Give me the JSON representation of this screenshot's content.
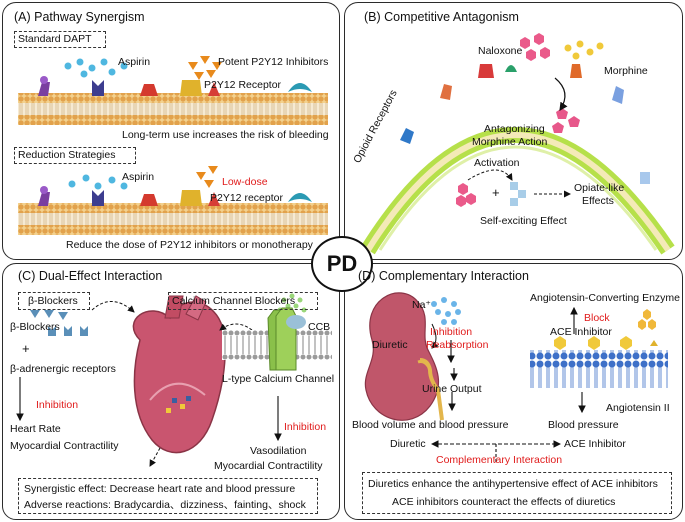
{
  "center_label": "PD",
  "panel_a": {
    "title": "(A)  Pathway Synergism",
    "standard_box": "Standard DAPT",
    "aspirin_1": "Aspirin",
    "potent_inhibitors": "Potent P2Y12 Inhibitors",
    "receptor_1": "P2Y12 Receptor",
    "note_1": "Long-term use increases the risk of bleeding",
    "reduction_box": "Reduction Strategies",
    "aspirin_2": "Aspirin",
    "low_dose": "Low-dose",
    "receptor_2": "P2Y12 receptor",
    "note_2": "Reduce the dose of P2Y12 inhibitors or monotherapy"
  },
  "panel_b": {
    "title": "(B)  Competitive Antagonism",
    "naloxone": "Naloxone",
    "morphine": "Morphine",
    "opioid_receptors": "Opioid  Receptors",
    "antagonizing_1": "Antagonizing",
    "antagonizing_2": "Morphine Action",
    "activation": "Activation",
    "plus": "+",
    "opiate_1": "Opiate-like",
    "opiate_2": "Effects",
    "self_exciting": "Self-exciting Effect"
  },
  "panel_c": {
    "title": "(C)  Dual-Effect Interaction",
    "beta_box": "β-Blockers",
    "ccb_box": "Calcium Channel Blockers",
    "beta_label": "β-Blockers",
    "plus": "+",
    "ccb": "CCB",
    "beta_receptors": "β-adrenergic receptors",
    "inhibition_1": "Inhibition",
    "heart_rate": "Heart Rate",
    "myo_1": "Myocardial Contractility",
    "ltype": "L-type Calcium Channel",
    "inhibition_2": "Inhibition",
    "vasodilation": "Vasodilation",
    "myo_2": "Myocardial Contractility",
    "synergistic": "Synergistic effect:  Decrease heart rate and blood pressure",
    "adverse": "Adverse reactions:  Bradycardia、dizziness、fainting、shock"
  },
  "panel_d": {
    "title": "(D)  Complementary Interaction",
    "ace_enzyme": "Angiotensin-Converting Enzyme",
    "na": "Na⁺",
    "block": "Block",
    "ace_inhibitor_1": "ACE Inhibitor",
    "diuretic_1": "Diuretic",
    "inhibition": "Inhibition",
    "reabsorption": "Reabsorption",
    "urine_output": "Urine Output",
    "angiotensin_ii": "Angiotensin II",
    "blood_volume": "Blood volume and blood pressure",
    "blood_pressure": "Blood pressure",
    "diuretic_2": "Diuretic",
    "ace_inhibitor_2": "ACE Inhibitor",
    "complementary": "Complementary Interaction",
    "summary_1": "Diuretics enhance the antihypertensive effect of ACE inhibitors",
    "summary_2": "ACE inhibitors counteract the effects of diuretics"
  },
  "colors": {
    "membrane_head": "#e2a24c",
    "membrane_tail": "#f2e3c7",
    "arc_green": "#b6e04a",
    "kidney": "#c0566a",
    "heart": "#c9556f",
    "bilayer_blue": "#3e70c8",
    "inhibition_red": "#e01b1b"
  }
}
